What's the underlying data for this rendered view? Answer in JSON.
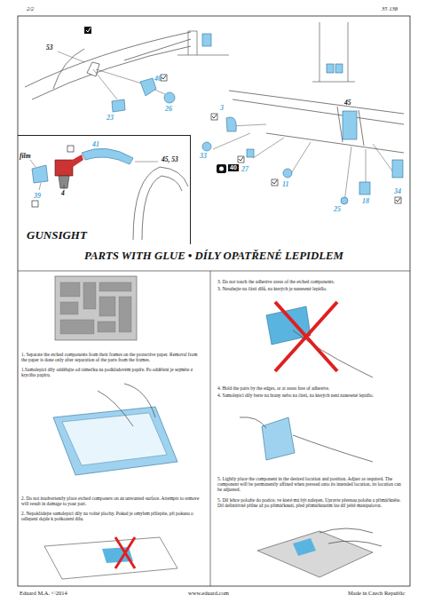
{
  "diagram": {
    "nodes": [
      {
        "text": [
          "GUNSIGHT"
        ]
      },
      {
        "text": [
          "PARTS WITH GLUE • DÍLY OPATŘENÉ LEPIDLEM"
        ]
      }
    ],
    "labels": [
      "2/2",
      "35 138",
      "53",
      "40",
      "23",
      "26",
      "45",
      "3",
      "33",
      "40",
      "27",
      "11",
      "25",
      "18",
      "34",
      "film",
      "41",
      "45, 53",
      "39",
      "4",
      "1. Separate the etched components from their frames on the protective paper. Removal from the paper is done only after separation of the parts from the frames.",
      "1.Samolepicí díly oddělujte od rámečku na podkladovém papíře. Po oddělení je sejměte z krycího papíru.",
      "2. Do not inadvertently place etched componets on an unwanted surface. Attempts to remove will result in damage to your part.",
      "2. Nepokládejte samolepicí díly na volné plochy. Pokud je omylem přilepíte, při pokusu o odlepení dojde k poškození dílu.",
      "3. Do not touch the adhesive areas of the etched components.",
      "3. Nesahejte na části dílů, na kterých je nanesené lepidlo.",
      "4. Hold the parts by the edges, or at areas free of adhesive.",
      "4. Samolepicí díly berte na hrany nebo na části, na kterých není nanesené lepidlo.",
      "5. Lightly place the component in the desired location and position. Adjust as required. The component will be permanently affixed when pressed onto its intended location, its location can be adjusted.",
      "5. Díl lehce položte do pozice, ve které má být nalepen. Upravte přesnou polohu a přimáčkněte. Díl definitivně přilne až po přimáčknutí, před přimáčknutím lze díl ještě manipulovat.",
      "Eduard M.A. ©2014",
      "www.eduard.com",
      "Made in Czech Republic"
    ]
  }
}
